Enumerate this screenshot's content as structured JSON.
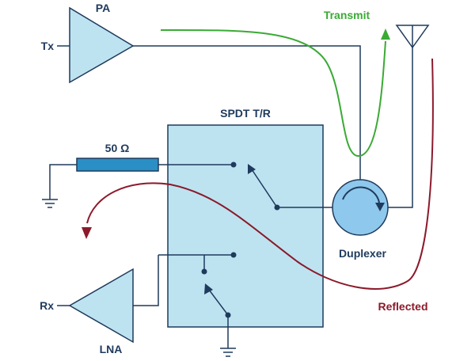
{
  "labels": {
    "pa": "PA",
    "tx": "Tx",
    "transmit": "Transmit",
    "spdt": "SPDT T/R",
    "resistor": "50 Ω",
    "duplexer": "Duplexer",
    "rx": "Rx",
    "reflected": "Reflected",
    "lna": "LNA"
  },
  "colors": {
    "wire": "#1f3a5c",
    "component_fill": "#bde3f0",
    "component_stroke": "#1f3a5c",
    "resistor_fill": "#2a8fc4",
    "duplexer_fill": "#8ec8ec",
    "transmit": "#3aaa35",
    "reflected": "#8b1a2b",
    "text": "#1f3a5c"
  }
}
